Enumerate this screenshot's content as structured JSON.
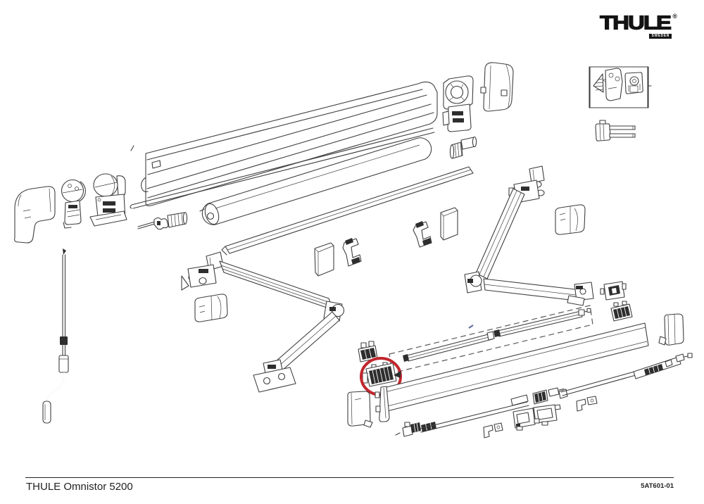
{
  "page": {
    "background": "#ffffff"
  },
  "logo": {
    "brand": "THULE",
    "registered": "®",
    "country": "SWEDEN"
  },
  "footer": {
    "product_title": "THULE Omnistor 5200",
    "document_code": "5AT601-01"
  },
  "diagram": {
    "type": "exploded-parts-drawing",
    "subject": "THULE Omnistor 5200 awning",
    "line_color": "#3f3f3f",
    "highlight_color": "#c1272d",
    "highlighted_part": "tension-rafter-slider",
    "parts": [
      "awning-case-profile",
      "roller-tube",
      "fabric-lead-strip",
      "case-end-cover-left",
      "gear-end-plate-left",
      "gearbox-assembly-left",
      "crank-rod-handle",
      "spring-pin-assembly",
      "gear-unit-right",
      "case-end-cover-right",
      "drive-adapter",
      "spring-arm-left",
      "arm-mounting-bracket-left",
      "arm-cover-cap-left",
      "arm-foot-bracket-left",
      "spring-arm-right",
      "arm-mounting-bracket-right",
      "arm-cover-cap-right",
      "arm-foot-right",
      "fabric-clamp-clip-a",
      "fabric-clamp-clip-b",
      "fabric-clamp-clip-c",
      "fabric-clamp-clip-d",
      "rafter-slider-bracket",
      "tension-rafter-slider",
      "tension-rafter-rod-front",
      "tension-rafter-rod-rear",
      "rafter-dashed-outline",
      "front-lead-rail-panel",
      "lead-rail-left-bracket",
      "lead-rail-end-cap-left",
      "lead-rail-end-cap-right",
      "tension-rod-assembly-front",
      "rod-coupler-parts",
      "tension-rod-assembly-rear",
      "lock-latch-assembly",
      "mounting-bracket-pair-left",
      "mounting-bracket-pair-right",
      "rail-slider-rear",
      "u-mounting-bracket",
      "mounting-detail-inset",
      "fork-joint-pin"
    ]
  }
}
